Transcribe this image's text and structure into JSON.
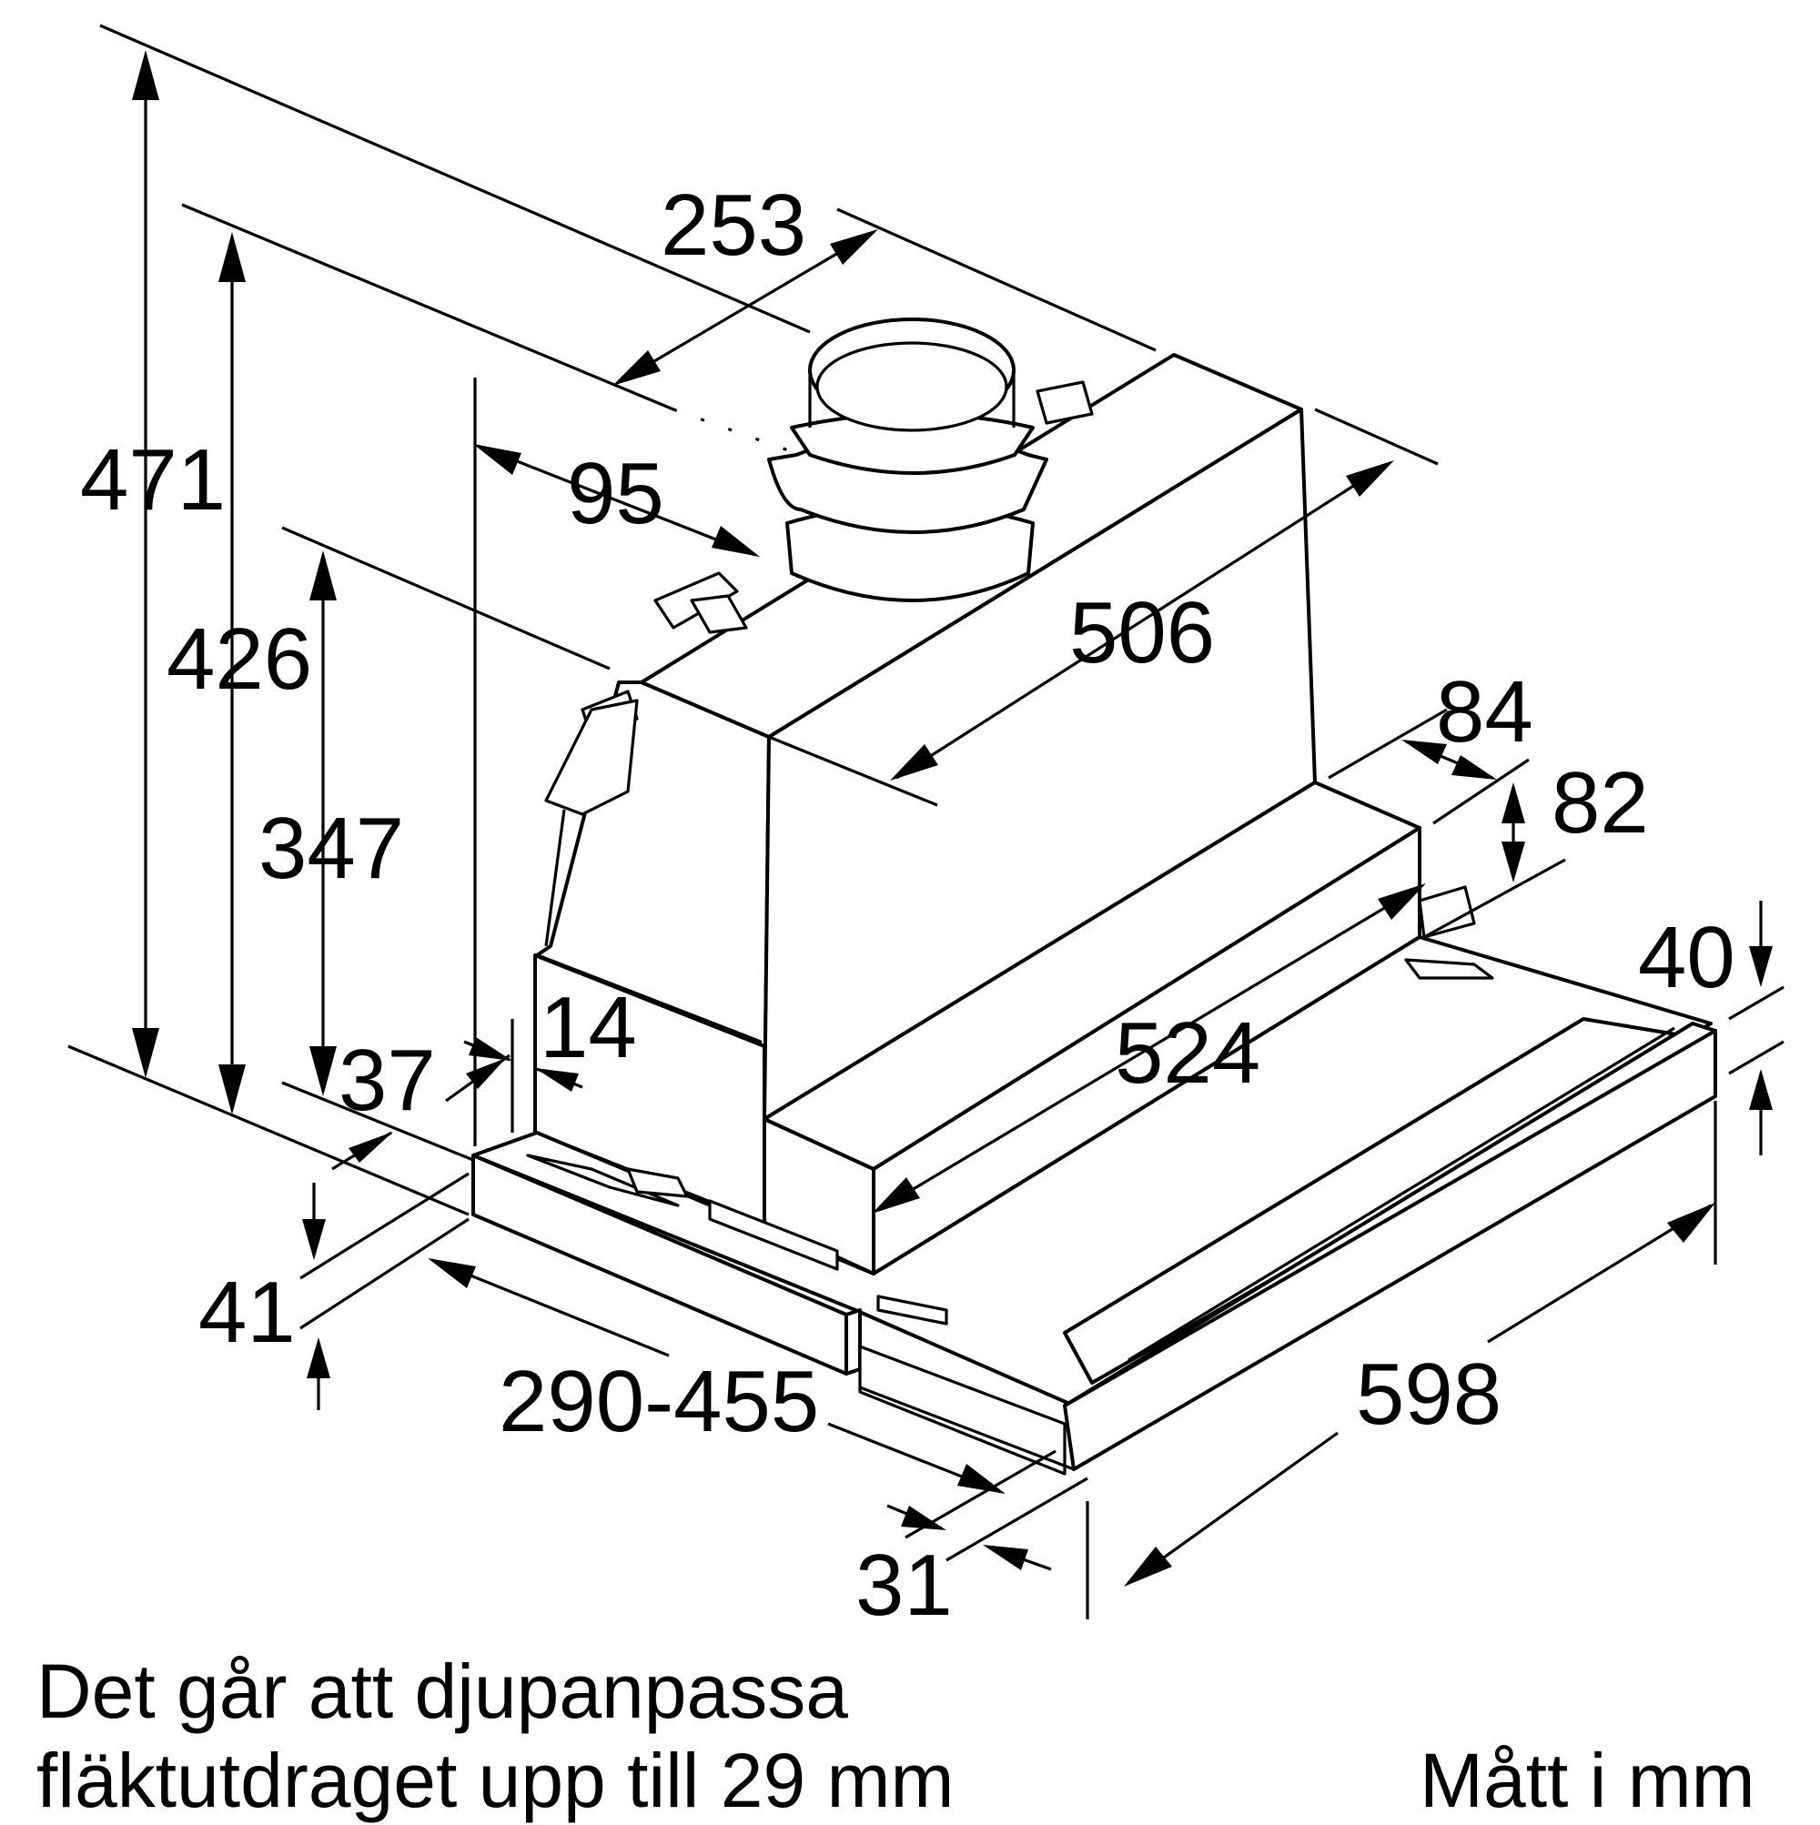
{
  "dimensions": {
    "d471": "471",
    "d426": "426",
    "d347": "347",
    "d253": "253",
    "d95": "95",
    "d506": "506",
    "d84": "84",
    "d82": "82",
    "d40": "40",
    "d524": "524",
    "d14": "14",
    "d37": "37",
    "d41": "41",
    "d290_455": "290-455",
    "d31": "31",
    "d598": "598"
  },
  "note": {
    "line1": "Det går att djupanpassa",
    "line2": "fläktutdraget upp till 29 mm"
  },
  "units_label": "Mått i mm"
}
